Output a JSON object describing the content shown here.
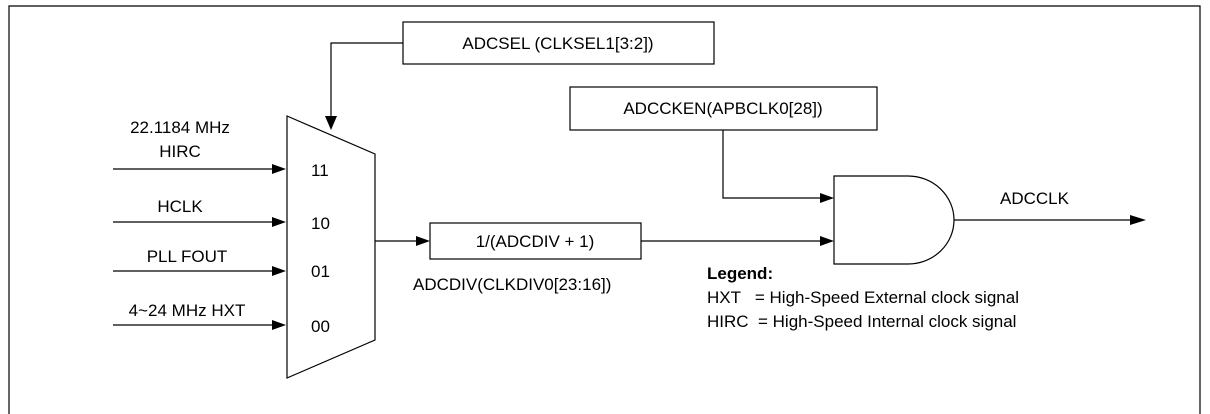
{
  "inputs": [
    {
      "label_line1": "22.1184 MHz",
      "label_line2": "HIRC",
      "code": "11"
    },
    {
      "label_line1": "HCLK",
      "label_line2": "",
      "code": "10"
    },
    {
      "label_line1": "PLL FOUT",
      "label_line2": "",
      "code": "01"
    },
    {
      "label_line1": "4~24 MHz HXT",
      "label_line2": "",
      "code": "00"
    }
  ],
  "select_box": {
    "label": "ADCSEL (CLKSEL1[3:2])"
  },
  "enable_box": {
    "label": "ADCCKEN(APBCLK0[28])"
  },
  "divider_box": {
    "label": "1/(ADCDIV + 1)"
  },
  "divider_caption": {
    "line1": "ADCDIV(CLKDIV0[23:16])"
  },
  "output": {
    "label": "ADCCLK"
  },
  "legend": {
    "title": "Legend:",
    "items": [
      "HXT   = High-Speed External clock signal",
      "HIRC  = High-Speed Internal clock signal"
    ]
  }
}
